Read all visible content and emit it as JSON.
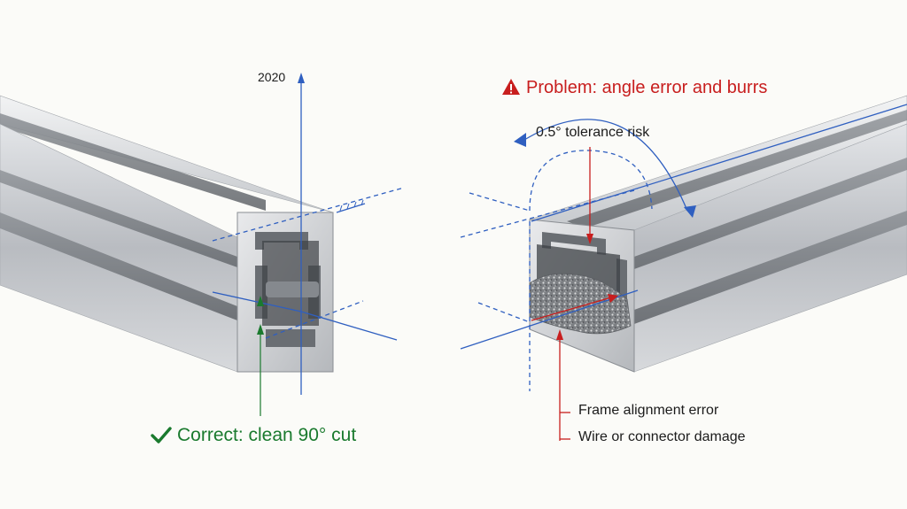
{
  "labels": {
    "profile_size": "2020",
    "problem": "Problem: angle error and burrs",
    "tolerance": "0.5° tolerance risk",
    "frame_error": "Frame alignment error",
    "wire_damage": "Wire or connector damage",
    "correct": "Correct: clean 90° cut"
  },
  "icons": {
    "problem": "warning-triangle-icon",
    "correct": "check-mark-icon"
  },
  "colors": {
    "problem": "#c81e1e",
    "correct": "#1a7a2e",
    "guide": "#2f5fc0",
    "aluminum": "#c9ccd0"
  }
}
